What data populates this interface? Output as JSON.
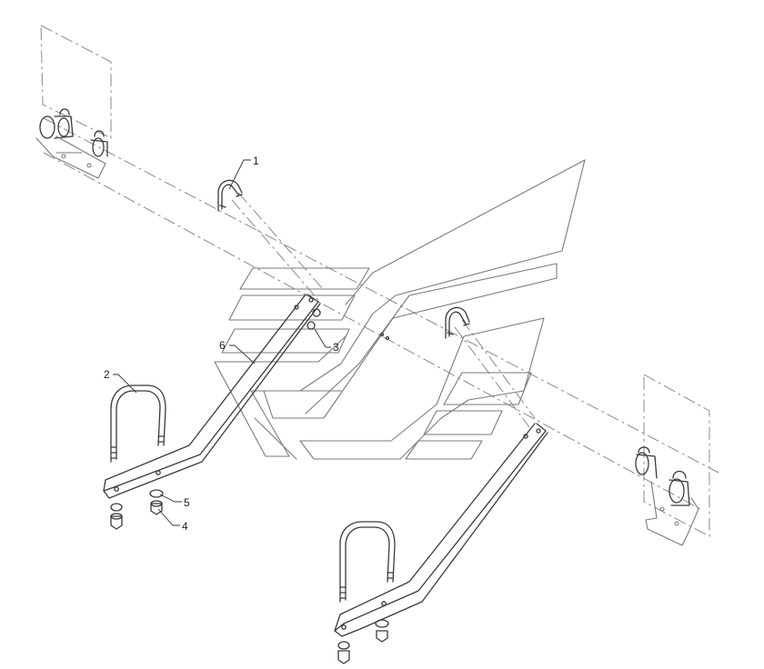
{
  "callouts": {
    "c1": "1",
    "c2": "2",
    "c3": "3",
    "c4": "4",
    "c5": "5",
    "c6": "6"
  },
  "colors": {
    "line": "#7a7a7a",
    "dark_line": "#3a3a3a",
    "background": "#ffffff"
  }
}
